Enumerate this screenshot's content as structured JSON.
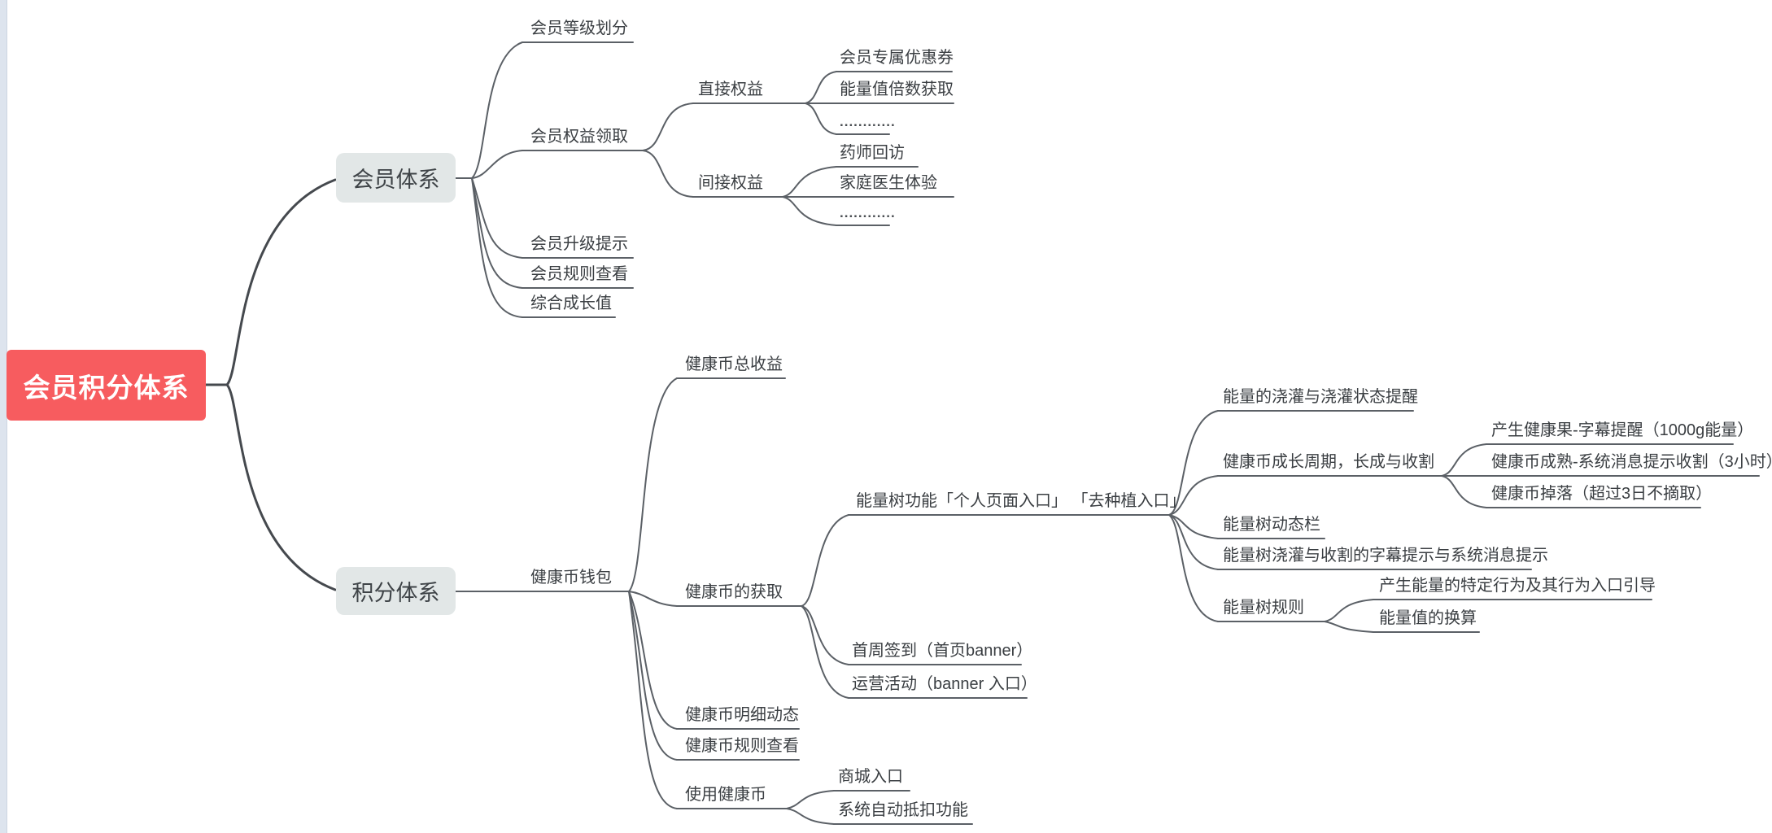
{
  "root": {
    "label": "会员积分体系"
  },
  "colors": {
    "root_bg": "#f75c5f",
    "branch_node_bg": "#e2e7e7",
    "line": "#5b6066",
    "text": "#3a3e42"
  },
  "membership": {
    "label": "会员体系",
    "level_division": "会员等级划分",
    "benefit_claim": "会员权益领取",
    "direct_benefit": "直接权益",
    "member_coupon": "会员专属优惠券",
    "energy_multiplier": "能量值倍数获取",
    "direct_more": "............",
    "indirect_benefit": "间接权益",
    "pharmacist_followup": "药师回访",
    "family_doctor": "家庭医生体验",
    "indirect_more": "............",
    "upgrade_notice": "会员升级提示",
    "rules_view": "会员规则查看",
    "composite_growth": "综合成长值"
  },
  "points": {
    "label": "积分体系",
    "coin_wallet": "健康币钱包",
    "coin_total_income": "健康币总收益",
    "coin_acquisition": "健康币的获取",
    "energy_tree_feature": "能量树功能「个人页面入口」 「去种植入口」",
    "watering_reminder": "能量的浇灌与浇灌状态提醒",
    "growth_cycle": "健康币成长周期，长成与收割",
    "health_fruit": "产生健康果-字幕提醒（1000g能量）",
    "coin_mature": "健康币成熟-系统消息提示收割（3小时）",
    "coin_drop": "健康币掉落（超过3日不摘取）",
    "tree_activity_bar": "能量树动态栏",
    "tree_tips": "能量树浇灌与收割的字幕提示与系统消息提示",
    "tree_rules": "能量树规则",
    "energy_behaviors": "产生能量的特定行为及其行为入口引导",
    "energy_conversion": "能量值的换算",
    "first_week_checkin": "首周签到（首页banner）",
    "operation_activity": "运营活动（banner 入口）",
    "coin_detail_feed": "健康币明细动态",
    "coin_rules_view": "健康币规则查看",
    "use_coin": "使用健康币",
    "mall_entry": "商城入口",
    "auto_deduction": "系统自动抵扣功能"
  }
}
